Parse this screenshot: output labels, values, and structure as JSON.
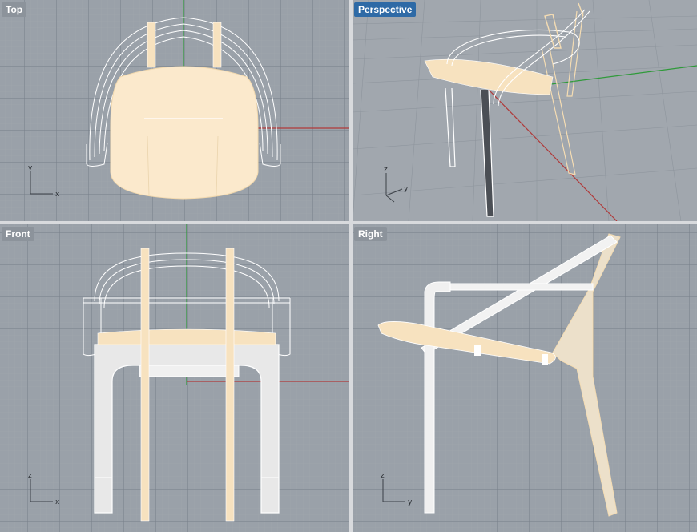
{
  "viewports": {
    "top": {
      "title": "Top"
    },
    "perspective": {
      "title": "Perspective",
      "active": true
    },
    "front": {
      "title": "Front"
    },
    "right": {
      "title": "Right"
    }
  },
  "axes": {
    "top": {
      "h": "x",
      "v": "y"
    },
    "perspective": {
      "h": "y",
      "v": "z"
    },
    "front": {
      "h": "x",
      "v": "z"
    },
    "right": {
      "h": "y",
      "v": "z"
    }
  },
  "colors": {
    "grid_bg": "#9aa1a9",
    "x_axis": "#b03a3a",
    "y_axis": "#2f9a3a",
    "wood": "#f7e2bf",
    "wire": "#ffffff",
    "active_label": "#2e6aa6"
  }
}
